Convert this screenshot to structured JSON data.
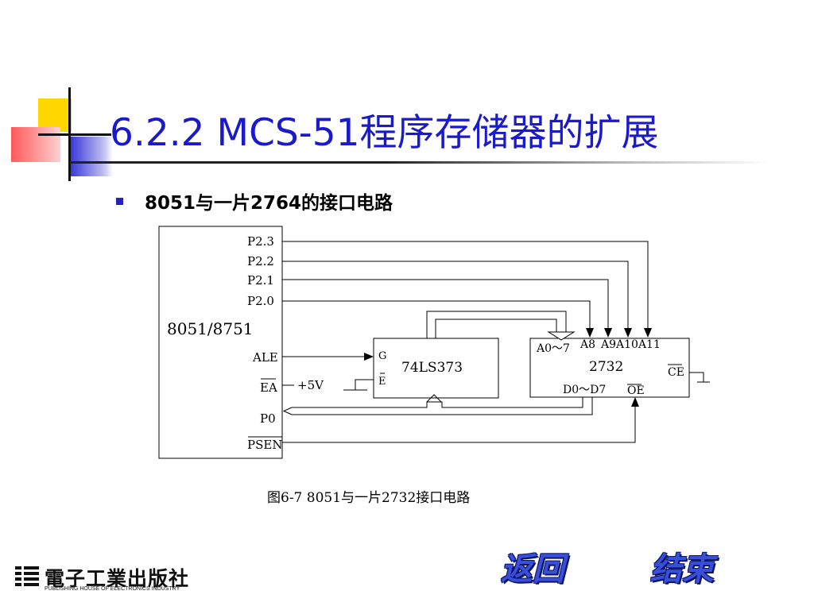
{
  "title": "6.2.2  MCS-51程序存储器的扩展",
  "bullet": "8051与一片2764的接口电路",
  "diagram": {
    "mcu_label": "8051/8751",
    "mcu_pins": {
      "p23": "P2.3",
      "p22": "P2.2",
      "p21": "P2.1",
      "p20": "P2.0",
      "ale": "ALE",
      "ea": "EA",
      "p0": "P0",
      "psen": "PSEN"
    },
    "power_label": "+5V",
    "latch_label": "74LS373",
    "latch_pins": {
      "g": "G",
      "e": "E"
    },
    "eprom_label": "2732",
    "eprom_pins": {
      "a0_7": "A0～7",
      "a8": "A8",
      "a9a10a11": "A9A10A11",
      "d0_d7": "D0～D7",
      "oe": "OE",
      "ce": "CE"
    }
  },
  "caption": "图6-7   8051与一片2732接口电路",
  "nav": {
    "back": "返回",
    "end": "结束"
  },
  "publisher": {
    "name": "電子工業出版社",
    "english": "PUBLISHING HOUSE OF ELECTRONICS INDUSTRY"
  },
  "colors": {
    "title": "#1a1acc",
    "bullet": "#2222bb",
    "nav": "#3a4fd9",
    "deco_yellow": "#ffd700",
    "deco_blue": "#3030d8",
    "deco_red": "#ff6060"
  }
}
